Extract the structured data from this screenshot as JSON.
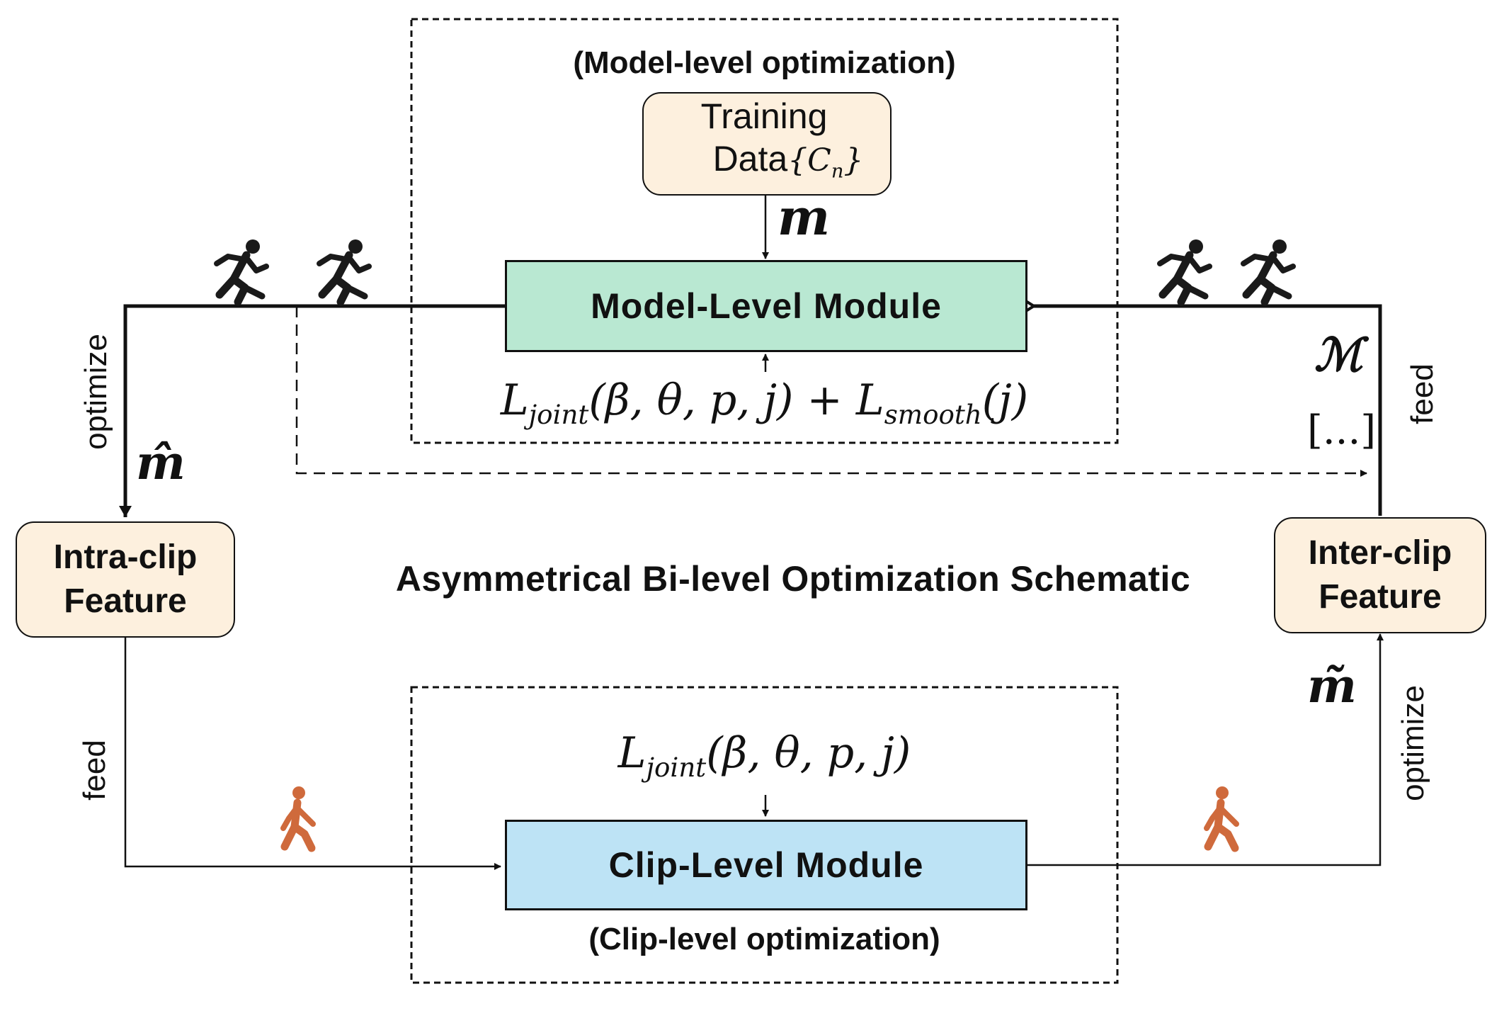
{
  "model_frame": {
    "title": "(Model-level optimization)"
  },
  "clip_frame": {
    "title": "(Clip-level optimization)"
  },
  "training_data": {
    "line1": "Training",
    "line2": "Data",
    "set": "{C",
    "set_sub": "n",
    "set_close": "}"
  },
  "model_module": {
    "label": "Model-Level Module"
  },
  "clip_module": {
    "label": "Clip-Level Module"
  },
  "intra_clip": {
    "line1": "Intra-clip",
    "line2": "Feature"
  },
  "inter_clip": {
    "line1": "Inter-clip",
    "line2": "Feature"
  },
  "schematic_title": "Asymmetrical Bi-level Optimization Schematic",
  "model_loss": {
    "l1": "L",
    "l1_sub": "joint",
    "l1_args": "(β, θ, p, j) + ",
    "l2": "L",
    "l2_sub": "smooth",
    "l2_args": "(j)"
  },
  "clip_loss": {
    "l1": "L",
    "l1_sub": "joint",
    "l1_args": "(β, θ, p, j)"
  },
  "symbols": {
    "m": "m",
    "m_hat": "m̂",
    "m_tilde": "m̃",
    "M": "ℳ",
    "ellipsis": "[...]"
  },
  "edge_labels": {
    "left_optimize": "optimize",
    "left_feed": "feed",
    "right_feed": "feed",
    "right_optimize": "optimize"
  },
  "icons": {
    "running": "running-person-icon",
    "walking": "walking-person-icon",
    "running_color": "#1a1a1a",
    "walking_color": "#cf6a3c"
  },
  "colors": {
    "training_fill": "#fdf0de",
    "model_fill": "#b9e8d2",
    "clip_fill": "#bde3f5",
    "feature_fill": "#fdf0de"
  }
}
